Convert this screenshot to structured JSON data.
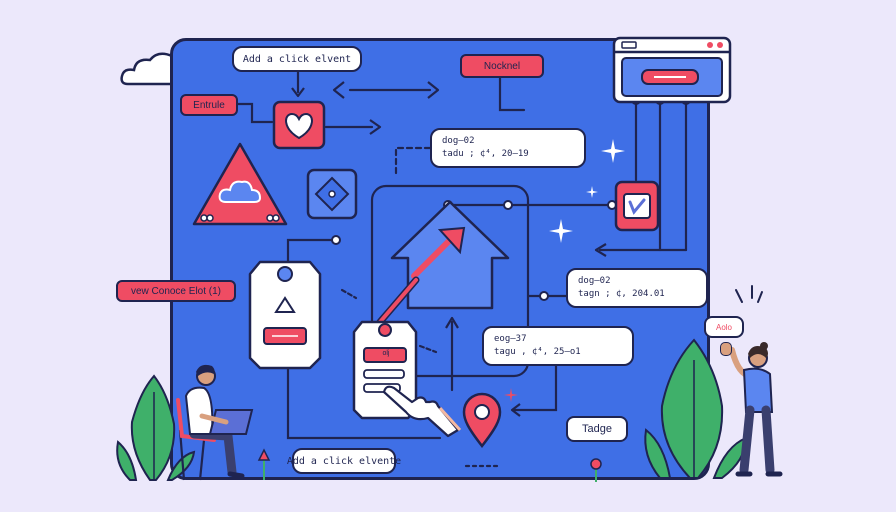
{
  "labels": {
    "top_callout": "Add a click elvent",
    "bottom_callout": "Add a click elvente",
    "nocknel": "Nocknel",
    "entrule": "Entrule",
    "view_label": "vew Conoce Elot (1)",
    "badge_small": "Aolo",
    "tadge": "Tadge",
    "tag_small": "olj"
  },
  "code_blocks": {
    "a": {
      "line1": "dog—02",
      "line2": "tadu ; ¢⁴, 20—19"
    },
    "b": {
      "line1": "dog—02",
      "line2": "tagn ; ¢, 204.01"
    },
    "c": {
      "line1": "eog—37",
      "line2": "tagu , ¢⁴, 25—o1"
    }
  },
  "colors": {
    "board": "#3f6fe6",
    "accent_red": "#ef4c63",
    "outline": "#1f2450",
    "plant_green": "#3fb06a",
    "background": "#ece8fb"
  },
  "icons": [
    "cloud-icon",
    "heart-icon",
    "diamond-icon",
    "checkmark-icon",
    "home-icon",
    "map-pin-icon",
    "sparkle-icon",
    "browser-window-icon",
    "hand-pointer-icon",
    "laptop-icon"
  ]
}
